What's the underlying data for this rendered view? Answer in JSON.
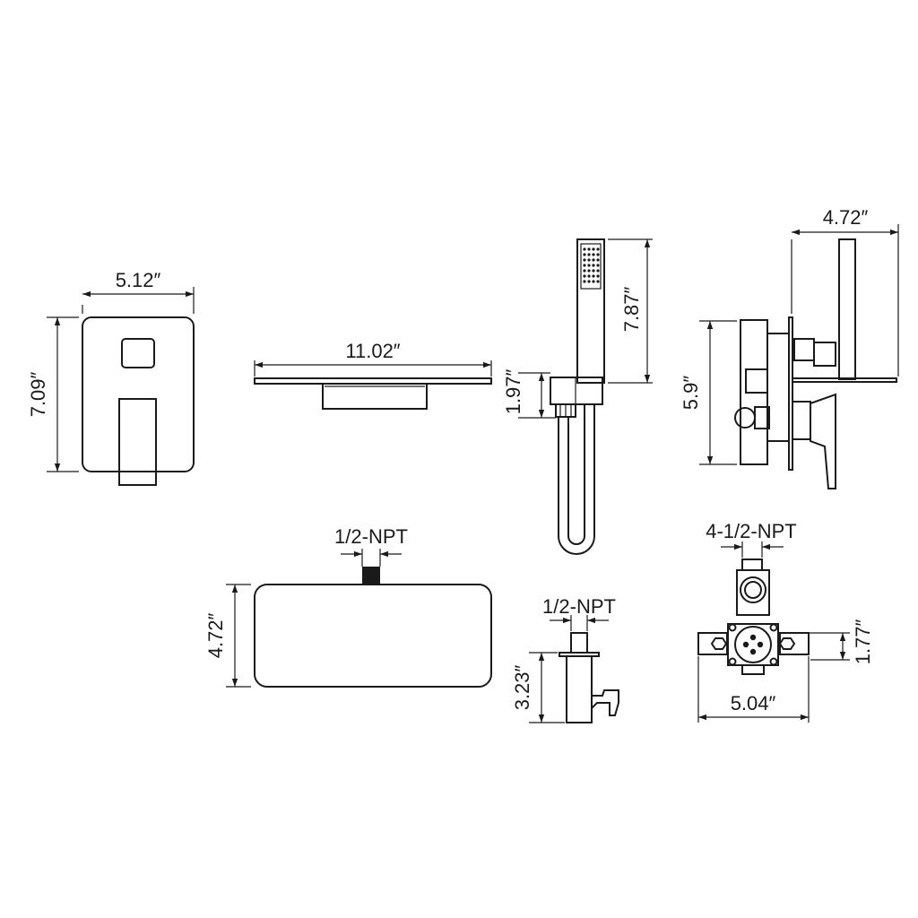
{
  "dimensions": {
    "trim_width": "5.12″",
    "trim_height": "7.09″",
    "spout_length": "11.02″",
    "handshower_length": "7.87″",
    "holder_height": "1.97″",
    "valve_depth": "4.72″",
    "valve_height": "5.9″",
    "spout_npt": "1/2-NPT",
    "spout_box_height": "4.72″",
    "outlet_npt": "1/2-NPT",
    "outlet_height": "3.23″",
    "rough_npt": "4-1/2-NPT",
    "rough_height": "1.77″",
    "rough_width": "5.04″"
  }
}
